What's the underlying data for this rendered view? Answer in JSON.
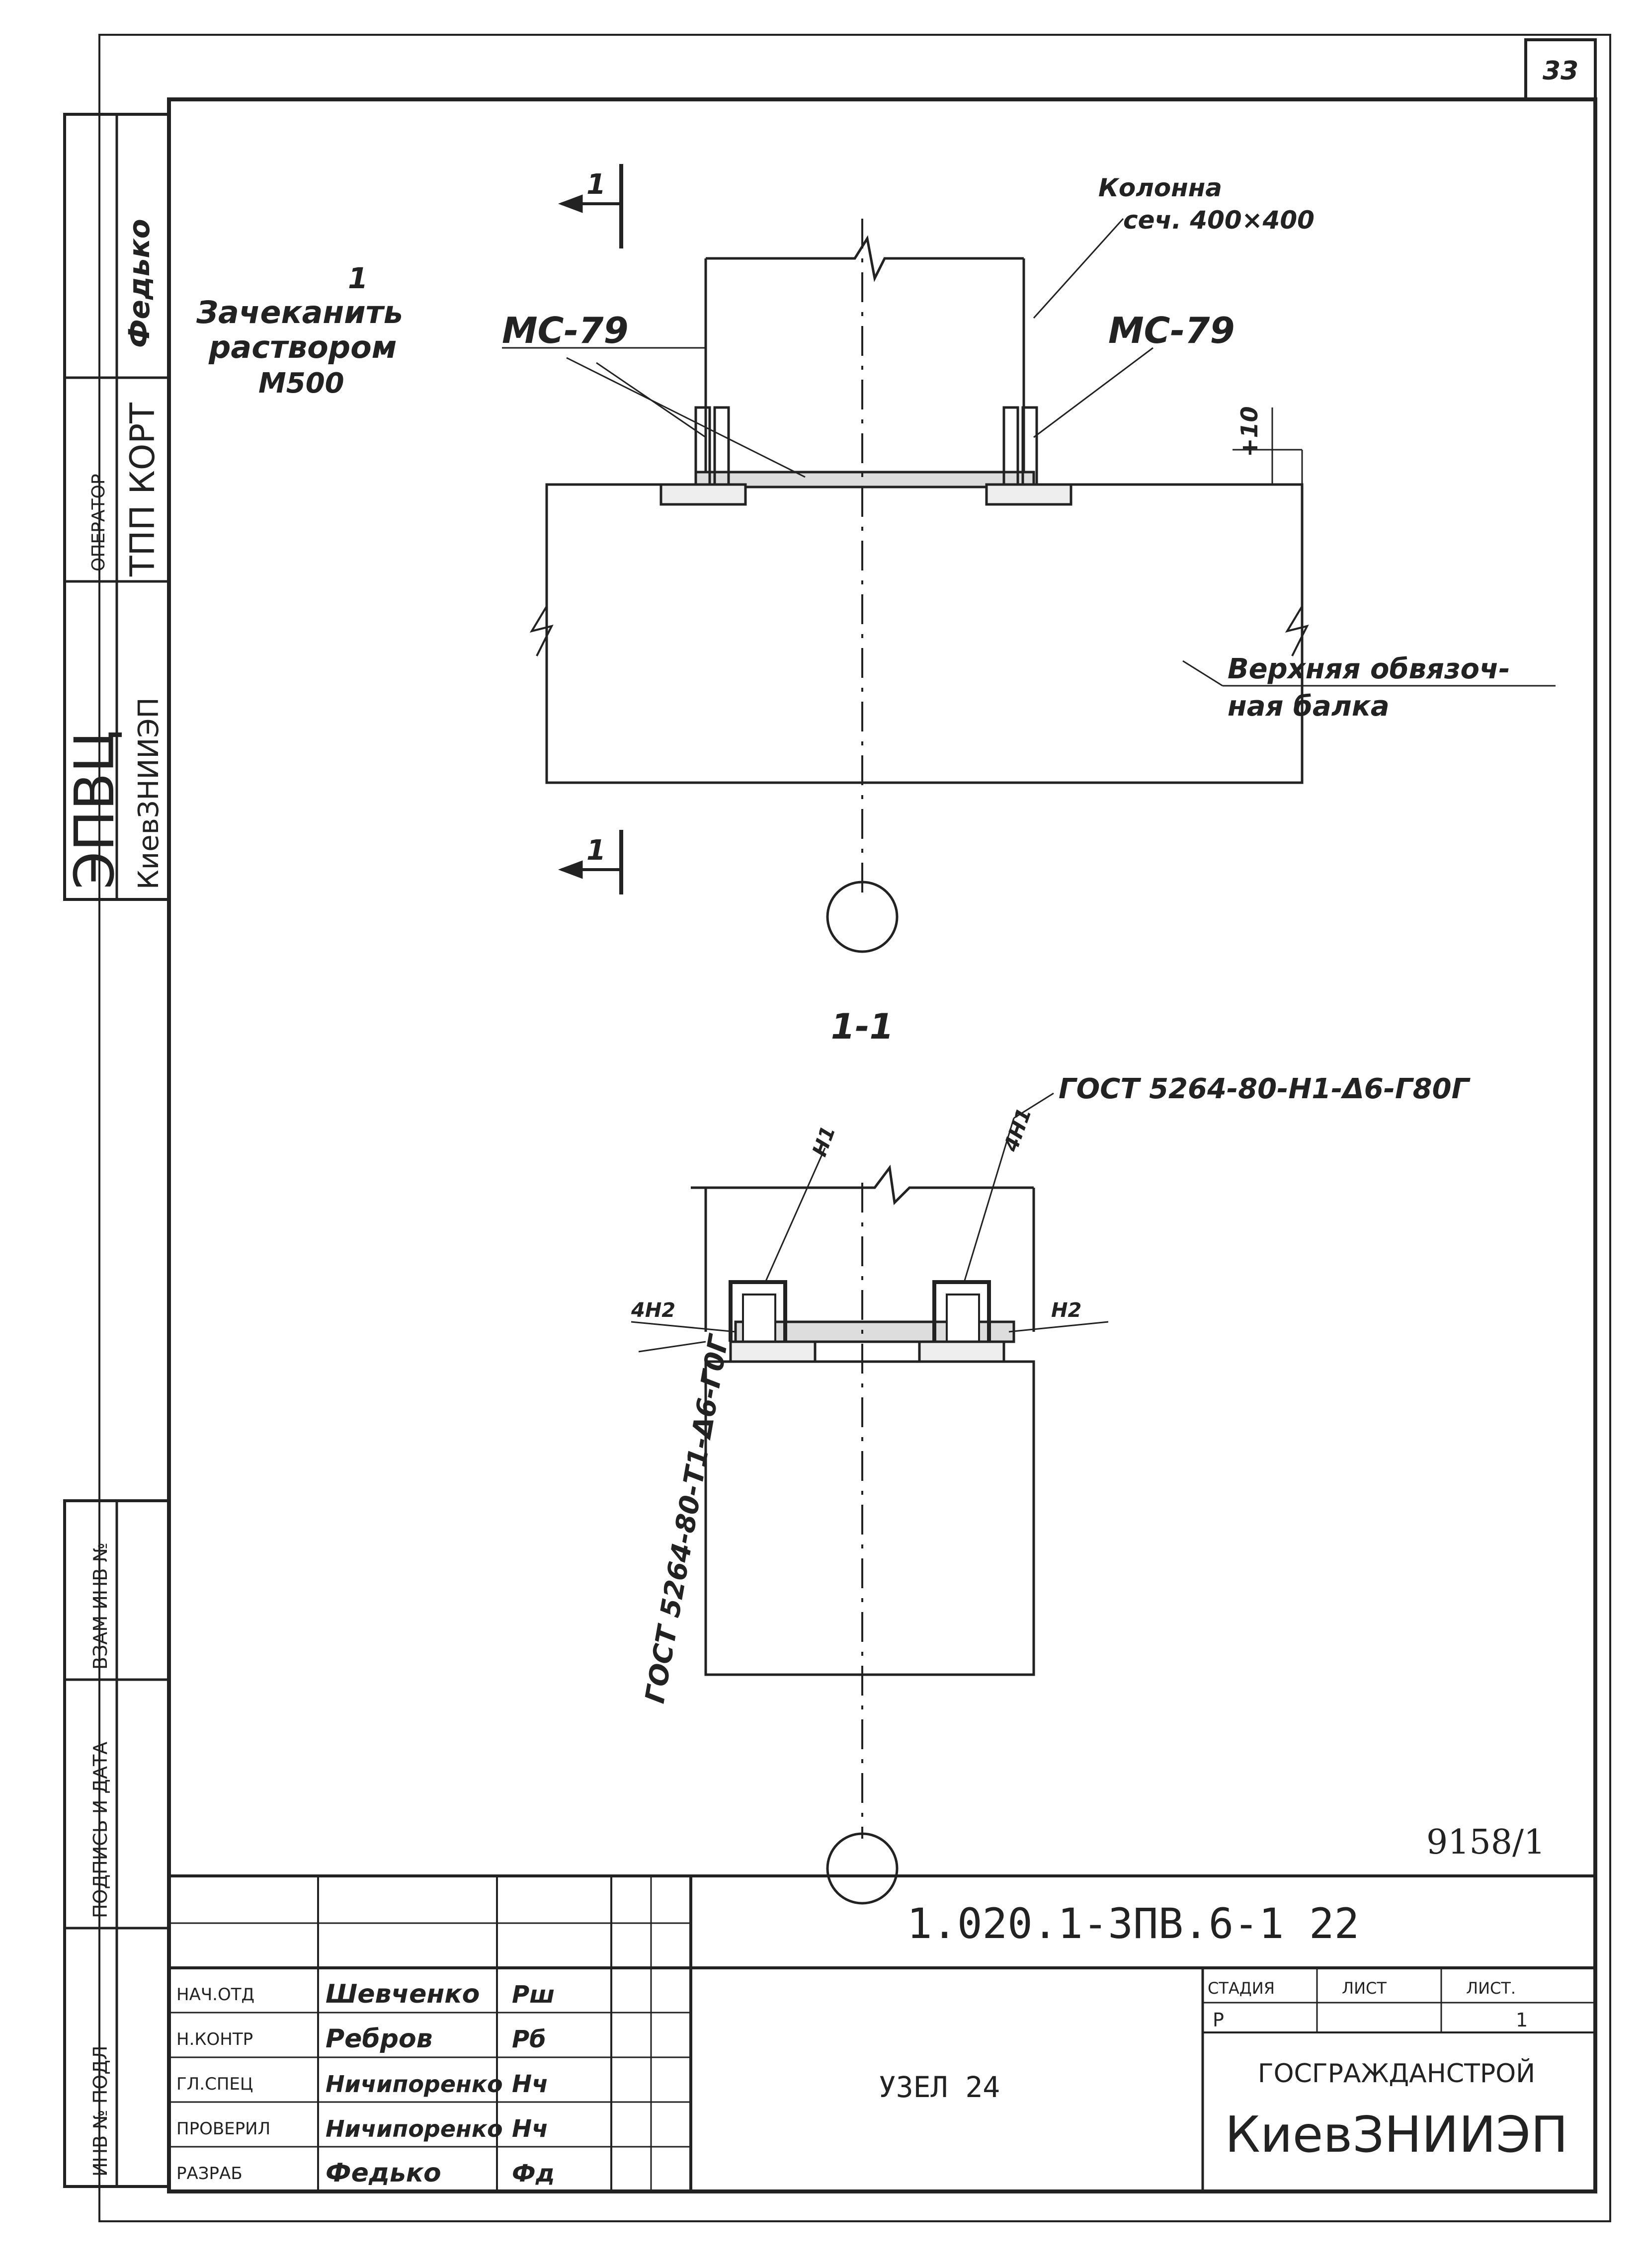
{
  "sheet_number": "33",
  "left_strip": {
    "operator_signature": "Федько",
    "operator_caption": "ОПЕРАТОР",
    "operator_value": "ТПП КОРТ",
    "org_big": "ЭПВЦ",
    "org_small": "КиевЗНИИЭП",
    "inv_podl": "ИНВ № ПОДЛ",
    "podpis_data": "ПОДПИСЬ И ДАТА",
    "vzam_inv": "ВЗАМ ИНВ №"
  },
  "plan_view": {
    "section_mark_top": "1",
    "section_mark_bottom": "1",
    "note_fill_label": "1",
    "note_fill_1": "Зачеканить",
    "note_fill_2": "раствором",
    "note_fill_3": "М500",
    "label_mc79_left": "МС-79",
    "label_mc79_right": "МС-79",
    "note_column_1": "Колонна",
    "note_column_2": "сеч. 400×400",
    "dim_right": "+10",
    "note_beam_1": "Верхняя обвязоч-",
    "note_beam_2": "ная балка"
  },
  "section_view": {
    "title": "1-1",
    "weld_note_top": "ГОСТ 5264-80-Н1-Δ6-Г80Г",
    "weld_note_left": "ГОСТ 5264-80-Т1-Δ6-Г0Г",
    "label_n1": "Н1",
    "label_4n1": "4Н1",
    "label_4n2": "4Н2",
    "label_n2": "Н2"
  },
  "stamp": {
    "inventory": "9158/1",
    "doc_code": "1.020.1-3ПВ.6-1 22",
    "title": "УЗЕЛ 24",
    "rows": [
      {
        "role": "НАЧ.ОТД",
        "name": "Шевченко",
        "sign": "Рш"
      },
      {
        "role": "Н.КОНТР",
        "name": "Ребров",
        "sign": "Рб"
      },
      {
        "role": "ГЛ.СПЕЦ",
        "name": "Ничипоренко",
        "sign": "Нч"
      },
      {
        "role": "ПРОВЕРИЛ",
        "name": "Ничипоренко",
        "sign": "Нч"
      },
      {
        "role": "РАЗРАБ",
        "name": "Федько",
        "sign": "Фд"
      }
    ],
    "stage_label": "СТАДИЯ",
    "sheet_label": "ЛИСТ",
    "sheets_label": "ЛИСТ.",
    "stage_value": "Р",
    "sheet_value": "",
    "sheets_value": "1",
    "org_line1": "ГОСГРАЖДАНСТРОЙ",
    "org_line2": "КиевЗНИИЭП"
  }
}
